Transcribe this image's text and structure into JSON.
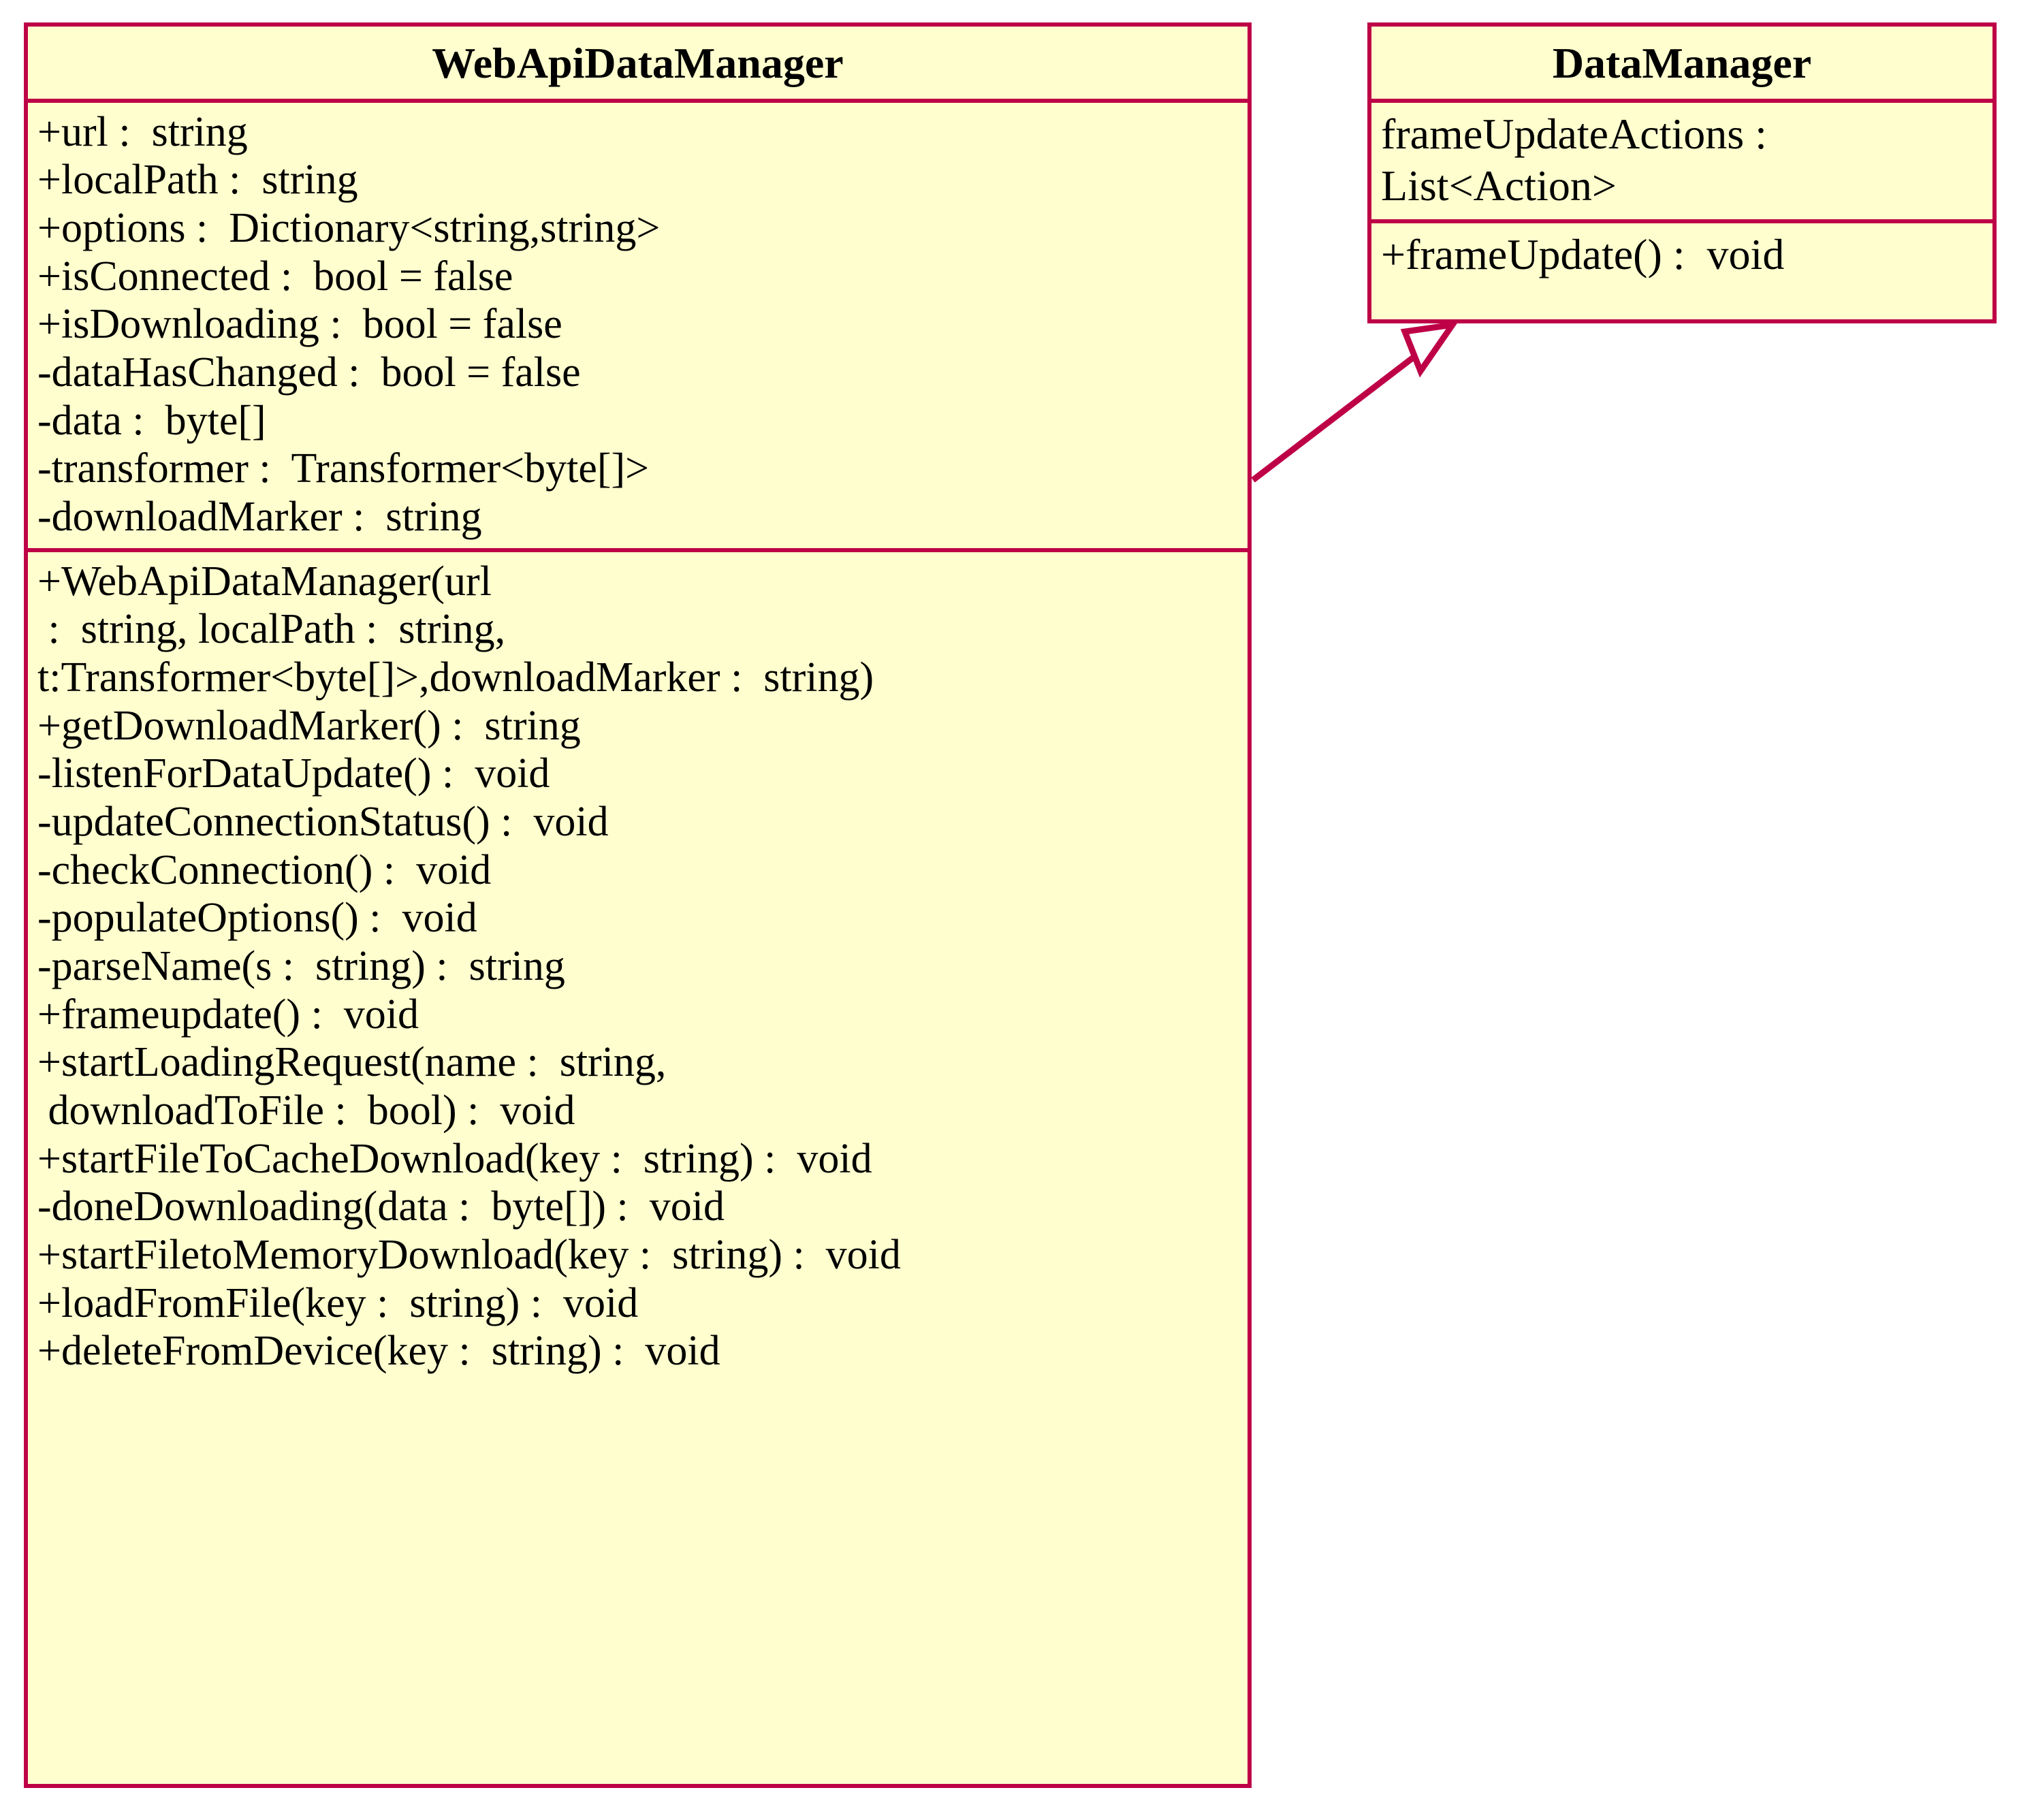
{
  "diagram": {
    "type": "uml-class-diagram",
    "background_color": "#FFFFFF",
    "border_color": "#BE0047",
    "fill_color": "#FEFECE",
    "text_color": "#000000"
  },
  "classes": [
    {
      "id": "webapidatamanager",
      "name": "WebApiDataManager",
      "attributes": [
        "+url :  string",
        "+localPath :  string",
        "+options :  Dictionary<string,string>",
        "+isConnected :  bool = false",
        "+isDownloading :  bool = false",
        "-dataHasChanged :  bool = false",
        "-data :  byte[]",
        "-transformer :  Transformer<byte[]>",
        "-downloadMarker :  string"
      ],
      "methods": [
        "+WebApiDataManager(url",
        " :  string, localPath :  string,",
        "t:Transformer<byte[]>,downloadMarker :  string)",
        "+getDownloadMarker() :  string",
        "-listenForDataUpdate() :  void",
        "-updateConnectionStatus() :  void",
        "-checkConnection() :  void",
        "-populateOptions() :  void",
        "-parseName(s :  string) :  string",
        "+frameupdate() :  void",
        "+startLoadingRequest(name :  string,",
        " downloadToFile :  bool) :  void",
        "+startFileToCacheDownload(key :  string) :  void",
        "-doneDownloading(data :  byte[]) :  void",
        "+startFiletoMemoryDownload(key :  string) :  void",
        "+loadFromFile(key :  string) :  void",
        "+deleteFromDevice(key :  string) :  void"
      ]
    },
    {
      "id": "datamanager",
      "name": "DataManager",
      "attributes": [
        "frameUpdateActions :",
        "List<Action>"
      ],
      "methods": [
        "+frameUpdate() :  void"
      ]
    }
  ],
  "relationships": [
    {
      "kind": "generalization",
      "source": "WebApiDataManager",
      "target": "DataManager",
      "arrowhead": "hollow-triangle",
      "color": "#BE0047"
    }
  ]
}
